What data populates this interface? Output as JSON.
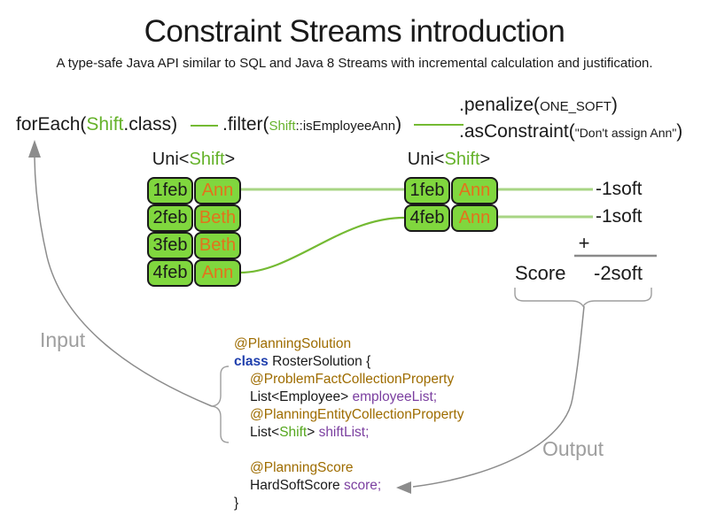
{
  "title": "Constraint Streams introduction",
  "subtitle": "A type-safe Java API similar to SQL and Java 8 Streams with incremental calculation and justification.",
  "colors": {
    "cell_fill": "#80d73e",
    "cell_border": "#1a1a1a",
    "orange_name": "#e2731c",
    "green_type_text": "#65b22a",
    "line_light_green": "#a8d584",
    "line_mid_green": "#74ba33",
    "gray_label": "#9e9e9e",
    "gray_arrow": "#8c8c8c",
    "code_annotation": "#9e6c00",
    "code_keyword": "#1f3fad",
    "code_field": "#7b3fa0"
  },
  "flow": {
    "foreach": {
      "pre": "forEach(",
      "type": "Shift",
      "post": ".class)"
    },
    "filter": {
      "pre": ".filter(",
      "type": "Shift",
      "method": "::isEmployeeAnn",
      "post": ")"
    },
    "penalize": {
      "pre": ".penalize(",
      "arg": "ONE_SOFT",
      "post": ")"
    },
    "as_constraint": {
      "pre": ".asConstraint(",
      "arg": "\"Don't assign Ann\"",
      "post": ")"
    }
  },
  "left_stream": {
    "header": {
      "pre": "Uni<",
      "type": "Shift",
      "post": ">"
    },
    "rows": [
      {
        "date": "1feb",
        "name": "Ann"
      },
      {
        "date": "2feb",
        "name": "Beth"
      },
      {
        "date": "3feb",
        "name": "Beth"
      },
      {
        "date": "4feb",
        "name": "Ann"
      }
    ]
  },
  "right_stream": {
    "header": {
      "pre": "Uni<",
      "type": "Shift",
      "post": ">"
    },
    "rows": [
      {
        "date": "1feb",
        "name": "Ann"
      },
      {
        "date": "4feb",
        "name": "Ann"
      }
    ]
  },
  "penalties": [
    "-1soft",
    "-1soft"
  ],
  "sum": {
    "plus": "+",
    "score_label": "Score",
    "total": "-2soft"
  },
  "labels": {
    "input": "Input",
    "output": "Output"
  },
  "code": {
    "annotation1": "@PlanningSolution",
    "class_kw": "class",
    "class_rest": " RosterSolution {",
    "annotation2": "@ProblemFactCollectionProperty",
    "line4_pre": "List<Employee> ",
    "line4_field": "employeeList;",
    "annotation3": "@PlanningEntityCollectionProperty",
    "line6_pre": "List<",
    "line6_type": "Shift",
    "line6_mid": "> ",
    "line6_field": "shiftList;",
    "annotation4": "@PlanningScore",
    "line8_pre": "HardSoftScore ",
    "line8_field": "score;",
    "close": "}"
  }
}
